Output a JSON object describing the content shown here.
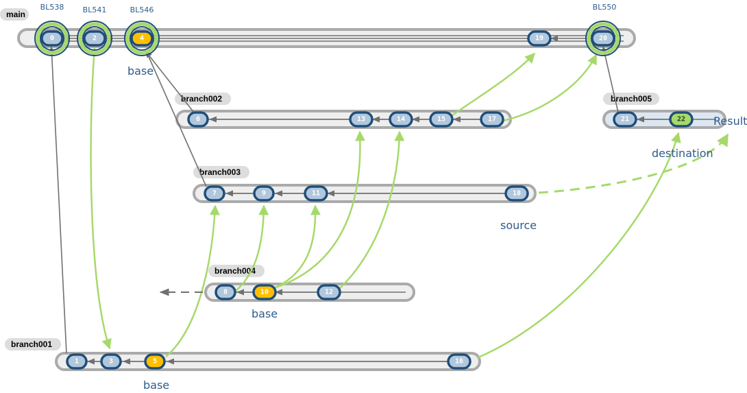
{
  "lanes": [
    {
      "id": "main",
      "label": "main"
    },
    {
      "id": "branch002",
      "label": "branch002"
    },
    {
      "id": "branch005",
      "label": "branch005"
    },
    {
      "id": "branch003",
      "label": "branch003"
    },
    {
      "id": "branch004",
      "label": "branch004"
    },
    {
      "id": "branch001",
      "label": "branch001"
    }
  ],
  "commits": [
    {
      "id": "0",
      "lane": "main",
      "kind": "normal",
      "baseline_tag": "BL538"
    },
    {
      "id": "2",
      "lane": "main",
      "kind": "normal",
      "baseline_tag": "BL541"
    },
    {
      "id": "4",
      "lane": "main",
      "kind": "baseline",
      "baseline_tag": "BL546"
    },
    {
      "id": "19",
      "lane": "main",
      "kind": "normal"
    },
    {
      "id": "20",
      "lane": "main",
      "kind": "normal",
      "baseline_tag": "BL550"
    },
    {
      "id": "6",
      "lane": "branch002",
      "kind": "normal"
    },
    {
      "id": "13",
      "lane": "branch002",
      "kind": "normal"
    },
    {
      "id": "14",
      "lane": "branch002",
      "kind": "normal"
    },
    {
      "id": "15",
      "lane": "branch002",
      "kind": "normal"
    },
    {
      "id": "17",
      "lane": "branch002",
      "kind": "normal"
    },
    {
      "id": "21",
      "lane": "branch005",
      "kind": "normal"
    },
    {
      "id": "22",
      "lane": "branch005",
      "kind": "result"
    },
    {
      "id": "7",
      "lane": "branch003",
      "kind": "normal"
    },
    {
      "id": "9",
      "lane": "branch003",
      "kind": "normal"
    },
    {
      "id": "11",
      "lane": "branch003",
      "kind": "normal"
    },
    {
      "id": "18",
      "lane": "branch003",
      "kind": "normal"
    },
    {
      "id": "8",
      "lane": "branch004",
      "kind": "normal"
    },
    {
      "id": "10",
      "lane": "branch004",
      "kind": "baseline"
    },
    {
      "id": "12",
      "lane": "branch004",
      "kind": "normal"
    },
    {
      "id": "1",
      "lane": "branch001",
      "kind": "normal"
    },
    {
      "id": "3",
      "lane": "branch001",
      "kind": "normal"
    },
    {
      "id": "5",
      "lane": "branch001",
      "kind": "baseline"
    },
    {
      "id": "16",
      "lane": "branch001",
      "kind": "normal"
    }
  ],
  "edges": [
    {
      "from": "2",
      "to": "0",
      "type": "parent"
    },
    {
      "from": "4",
      "to": "2",
      "type": "parent"
    },
    {
      "from": "19",
      "to": "4",
      "type": "parent"
    },
    {
      "from": "20",
      "to": "19",
      "type": "parent"
    },
    {
      "from": "13",
      "to": "6",
      "type": "parent"
    },
    {
      "from": "14",
      "to": "13",
      "type": "parent"
    },
    {
      "from": "15",
      "to": "14",
      "type": "parent"
    },
    {
      "from": "17",
      "to": "15",
      "type": "parent"
    },
    {
      "from": "22",
      "to": "21",
      "type": "parent"
    },
    {
      "from": "9",
      "to": "7",
      "type": "parent"
    },
    {
      "from": "11",
      "to": "9",
      "type": "parent"
    },
    {
      "from": "18",
      "to": "11",
      "type": "parent"
    },
    {
      "from": "10",
      "to": "8",
      "type": "parent"
    },
    {
      "from": "12",
      "to": "10",
      "type": "parent"
    },
    {
      "from": "3",
      "to": "1",
      "type": "parent"
    },
    {
      "from": "5",
      "to": "3",
      "type": "parent"
    },
    {
      "from": "16",
      "to": "5",
      "type": "parent"
    },
    {
      "from": "6",
      "to": "4",
      "type": "branch"
    },
    {
      "from": "7",
      "to": "4",
      "type": "branch"
    },
    {
      "from": "1",
      "to": "0",
      "type": "branch"
    },
    {
      "from": "21",
      "to": "20",
      "type": "branch"
    },
    {
      "from": "2",
      "to": "3",
      "type": "merge"
    },
    {
      "from": "5",
      "to": "7",
      "type": "merge"
    },
    {
      "from": "8",
      "to": "9",
      "type": "merge"
    },
    {
      "from": "10",
      "to": "11",
      "type": "merge"
    },
    {
      "from": "10",
      "to": "13",
      "type": "merge"
    },
    {
      "from": "12",
      "to": "14",
      "type": "merge"
    },
    {
      "from": "15",
      "to": "19",
      "type": "merge"
    },
    {
      "from": "17",
      "to": "20",
      "type": "merge"
    },
    {
      "from": "16",
      "to": "22",
      "type": "merge"
    },
    {
      "from": "18",
      "to": "result",
      "type": "pending-merge"
    },
    {
      "from": "8",
      "to": "offscreen",
      "type": "pending-parent"
    }
  ],
  "annotations": {
    "base_main": "base",
    "base_branch004": "base",
    "base_branch001": "base",
    "destination": "destination",
    "source": "source",
    "result": "Result"
  },
  "colors": {
    "node_fill": "#b1c7dd",
    "node_stroke": "#1f4e79",
    "baseline_node_fill": "#ffbf00",
    "result_node_fill": "#a6d96a",
    "merge_edge": "#a6d96a",
    "parent_edge": "#707070",
    "lane_fill": "#eeeeee",
    "lane_highlight_fill": "#dce7f1",
    "lane_border": "#aaaaaa",
    "annotation_text": "#2e5b8c"
  }
}
